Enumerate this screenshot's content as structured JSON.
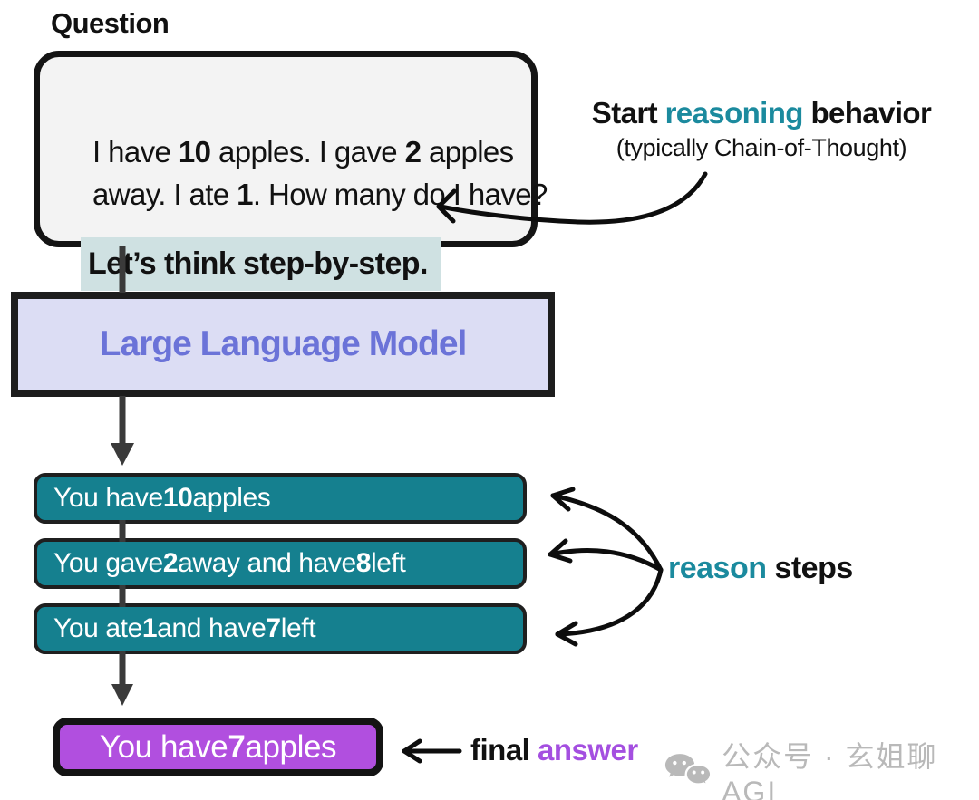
{
  "question": {
    "label": "Question",
    "text_segments": [
      {
        "text": "I have "
      },
      {
        "text": "10",
        "bold": true
      },
      {
        "text": " apples. I gave "
      },
      {
        "text": "2",
        "bold": true
      },
      {
        "text": " apples away. I ate "
      },
      {
        "text": "1",
        "bold": true
      },
      {
        "text": ". How many do I have?"
      }
    ],
    "highlight_segments": [
      {
        "text": "Let’s think step-by-step.",
        "bold": true
      }
    ]
  },
  "reasoning_annotation": {
    "line1_segments": [
      {
        "text": "Start ",
        "bold": true
      },
      {
        "text": "reasoning",
        "bold": true,
        "color": "#1b8a9e"
      },
      {
        "text": " behavior",
        "bold": true
      }
    ],
    "line2": "(typically Chain-of-Thought)"
  },
  "llm_box": {
    "label": "Large Language Model"
  },
  "reason_steps": {
    "steps": [
      {
        "segments": [
          {
            "text": "You have "
          },
          {
            "text": "10",
            "bold": true
          },
          {
            "text": " apples"
          }
        ]
      },
      {
        "segments": [
          {
            "text": "You gave "
          },
          {
            "text": "2",
            "bold": true
          },
          {
            "text": " away and have "
          },
          {
            "text": "8",
            "bold": true
          },
          {
            "text": " left"
          }
        ]
      },
      {
        "segments": [
          {
            "text": "You ate "
          },
          {
            "text": "1",
            "bold": true
          },
          {
            "text": " and have "
          },
          {
            "text": "7",
            "bold": true
          },
          {
            "text": " left"
          }
        ]
      }
    ],
    "label_segments": [
      {
        "text": "reason",
        "bold": true,
        "color": "#1b8a9e"
      },
      {
        "text": " steps",
        "bold": true
      }
    ]
  },
  "final_answer": {
    "box_segments": [
      {
        "text": "You have "
      },
      {
        "text": "7",
        "bold": true
      },
      {
        "text": " apples"
      }
    ],
    "label_segments": [
      {
        "text": "final ",
        "bold": true
      },
      {
        "text": "answer",
        "bold": true,
        "color": "#a44fe0"
      }
    ]
  },
  "watermark": {
    "icon": "wechat-icon",
    "text": "公众号 · 玄姐聊AGI"
  },
  "colors": {
    "ink": "#111111",
    "arrow_dark": "#3a3a3a",
    "question_box_bg": "#f3f3f3",
    "highlight_bg": "#cfe1e2",
    "teal_box_fill": "#15808f",
    "teal_accent_text": "#1b8a9e",
    "llm_box_fill": "#dcddf4",
    "llm_text": "#6b73d8",
    "answer_box_fill": "#b14fdf",
    "answer_accent_text": "#a44fe0",
    "watermark_gray": "#b9b9b9"
  }
}
